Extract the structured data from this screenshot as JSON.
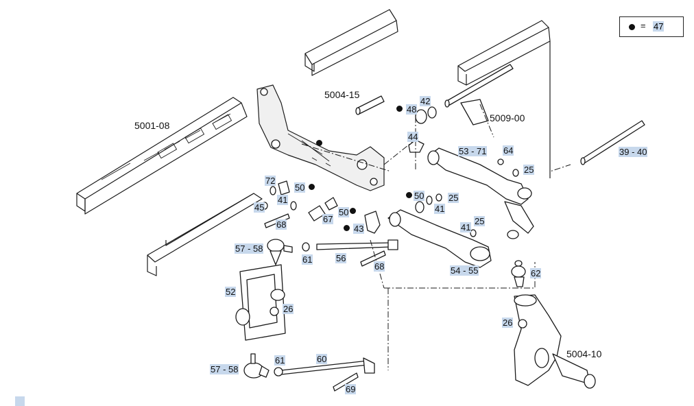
{
  "legend": {
    "equals": "=",
    "ref": "47"
  },
  "assemblies": {
    "frame": "5001-08",
    "pin": "5004-15",
    "upper_arm_group": "5009-00",
    "knuckle": "5004-10"
  },
  "labels": {
    "l42": "42",
    "l48": "48",
    "l44": "44",
    "l53_71": "53 - 71",
    "l64": "64",
    "l25a": "25",
    "l39_40": "39 - 40",
    "l72": "72",
    "l41a": "41",
    "l50a": "50",
    "l45": "45",
    "l68a": "68",
    "l67": "67",
    "l50b": "50",
    "l43": "43",
    "l50c": "50",
    "l41b": "41",
    "l25b": "25",
    "l41c": "41",
    "l25c": "25",
    "l57_58a": "57 - 58",
    "l61a": "61",
    "l56": "56",
    "l68b": "68",
    "l54_55": "54 - 55",
    "l62": "62",
    "l52": "52",
    "l26a": "26",
    "l26b": "26",
    "l57_58b": "57 - 58",
    "l61b": "61",
    "l60": "60",
    "l69": "69"
  }
}
